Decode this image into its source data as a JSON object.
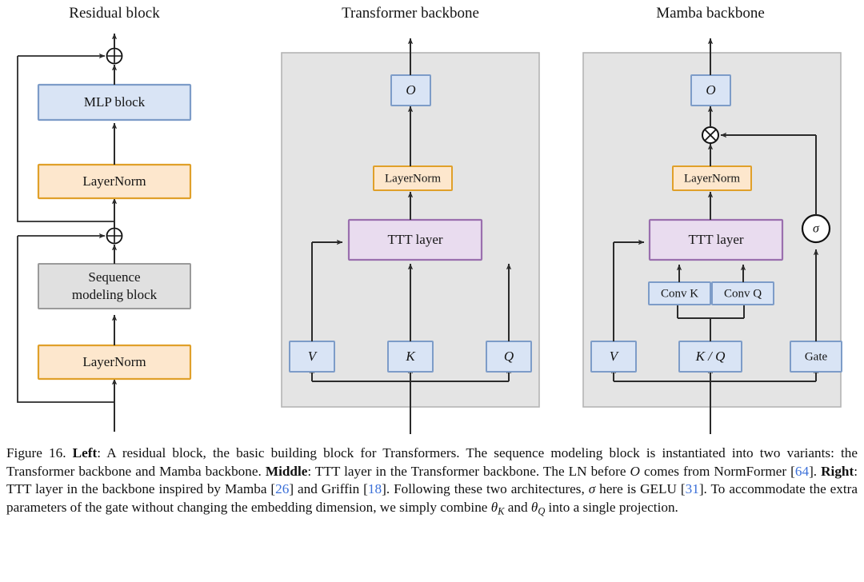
{
  "figure": {
    "number": "Figure 16.",
    "panels": [
      {
        "id": "residual-block",
        "title": "Residual block",
        "nodes": [
          {
            "id": "mlp-block",
            "label": "MLP block",
            "style": "blue"
          },
          {
            "id": "layernorm-top",
            "label": "LayerNorm",
            "style": "orange"
          },
          {
            "id": "sequence-modeling-block",
            "label": "Sequence\nmodeling block",
            "line1": "Sequence",
            "line2": "modeling block",
            "style": "grey"
          },
          {
            "id": "layernorm-bottom",
            "label": "LayerNorm",
            "style": "orange"
          },
          {
            "id": "add-top",
            "label": "⊕",
            "style": "operator"
          },
          {
            "id": "add-bottom",
            "label": "⊕",
            "style": "operator"
          }
        ]
      },
      {
        "id": "transformer-backbone",
        "title": "Transformer backbone",
        "nodes": [
          {
            "id": "output-o",
            "label": "O",
            "style": "blue-italic"
          },
          {
            "id": "layernorm",
            "label": "LayerNorm",
            "style": "orange"
          },
          {
            "id": "ttt-layer",
            "label": "TTT layer",
            "style": "purple"
          },
          {
            "id": "v-proj",
            "label": "V",
            "style": "blue-italic"
          },
          {
            "id": "k-proj",
            "label": "K",
            "style": "blue-italic"
          },
          {
            "id": "q-proj",
            "label": "Q",
            "style": "blue-italic"
          }
        ]
      },
      {
        "id": "mamba-backbone",
        "title": "Mamba backbone",
        "nodes": [
          {
            "id": "output-o",
            "label": "O",
            "style": "blue-italic"
          },
          {
            "id": "multiply",
            "label": "⊗",
            "style": "operator"
          },
          {
            "id": "layernorm",
            "label": "LayerNorm",
            "style": "orange"
          },
          {
            "id": "ttt-layer",
            "label": "TTT layer",
            "style": "purple"
          },
          {
            "id": "sigma",
            "label": "σ",
            "style": "circle"
          },
          {
            "id": "conv-k",
            "label": "Conv K",
            "style": "blue"
          },
          {
            "id": "conv-q",
            "label": "Conv Q",
            "style": "blue"
          },
          {
            "id": "v-proj",
            "label": "V",
            "style": "blue-italic"
          },
          {
            "id": "kq-proj",
            "label": "K / Q",
            "style": "blue-italic"
          },
          {
            "id": "gate-proj",
            "label": "Gate",
            "style": "blue"
          }
        ]
      }
    ],
    "colors": {
      "blue_fill": "#d9e4f5",
      "blue_stroke": "#7d9cc8",
      "orange_fill": "#fde7cd",
      "orange_stroke": "#e0a02a",
      "purple_fill": "#e9dcef",
      "purple_stroke": "#9a6fae",
      "grey_fill": "#e0e0e0",
      "grey_stroke": "#9a9a9a",
      "panel_fill": "#e4e4e4",
      "panel_stroke": "#b4b4b4",
      "arrow": "#2b2b2b",
      "citation": "#3a6fd8"
    }
  },
  "caption": {
    "prefix": "Figure 16. ",
    "segments": [
      {
        "text": "Left",
        "bold": true
      },
      {
        "text": ": A residual block, the basic building block for Transformers. The sequence modeling block is instantiated into two variants: the Transformer backbone and Mamba backbone. "
      },
      {
        "text": "Middle",
        "bold": true
      },
      {
        "text": ": TTT layer in the Transformer backbone. The LN before "
      },
      {
        "text": "O",
        "italic": true
      },
      {
        "text": " comes from NormFormer ["
      },
      {
        "text": "64",
        "cite": true
      },
      {
        "text": "]. "
      },
      {
        "text": "Right",
        "bold": true
      },
      {
        "text": ": TTT layer in the backbone inspired by Mamba ["
      },
      {
        "text": "26",
        "cite": true
      },
      {
        "text": "] and Griffin ["
      },
      {
        "text": "18",
        "cite": true
      },
      {
        "text": "]. Following these two architectures, "
      },
      {
        "text": "σ",
        "italic": true
      },
      {
        "text": " here is GELU ["
      },
      {
        "text": "31",
        "cite": true
      },
      {
        "text": "]. To accommodate the extra parameters of the gate without changing the embedding dimension, we simply combine "
      },
      {
        "text": "θ",
        "italic": true,
        "sub": "K"
      },
      {
        "text": " and "
      },
      {
        "text": "θ",
        "italic": true,
        "sub": "Q"
      },
      {
        "text": " into a single projection."
      }
    ]
  }
}
